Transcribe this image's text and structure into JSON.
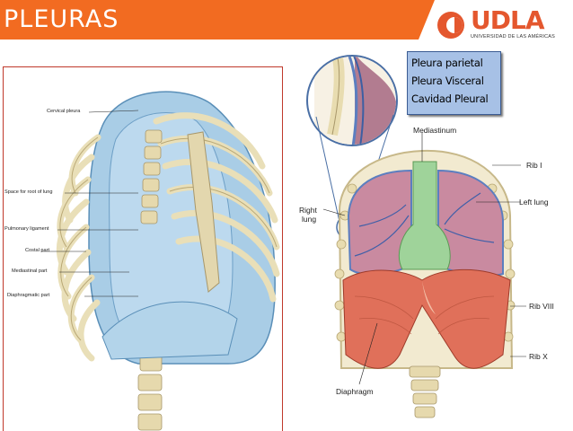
{
  "header": {
    "title": "PLEURAS",
    "logo_text": "UDLA",
    "logo_subtitle": "UNIVERSIDAD DE LAS AMÉRICAS"
  },
  "legend": {
    "items": [
      "Pleura parietal",
      "Pleura Visceral",
      "Cavidad Pleural"
    ]
  },
  "left_figure": {
    "labels": {
      "cervical_pleura": "Cervical pleura",
      "space_root": "Space for root of lung",
      "pulmonary_ligament": "Pulmonary ligament",
      "costal_part": "Costal part",
      "mediastinal_part": "Mediastinal part",
      "diaphragmatic_part": "Diaphragmatic part"
    }
  },
  "right_figure": {
    "labels": {
      "mediastinum": "Mediastinum",
      "rib1": "Rib I",
      "right_lung_1": "Right",
      "right_lung_2": "lung",
      "left_lung": "Left lung",
      "rib8": "Rib VIII",
      "rib10": "Rib X",
      "diaphragm": "Diaphragm"
    }
  },
  "colors": {
    "accent": "#f26b21",
    "pleura_blue": "#9cc4e0",
    "lung_pink": "#c98aa0",
    "mediastinum_green": "#9fd39a",
    "diaphragm_red": "#e0705a",
    "bone": "#e8dcb0",
    "legend_bg": "#a7c1e6"
  }
}
